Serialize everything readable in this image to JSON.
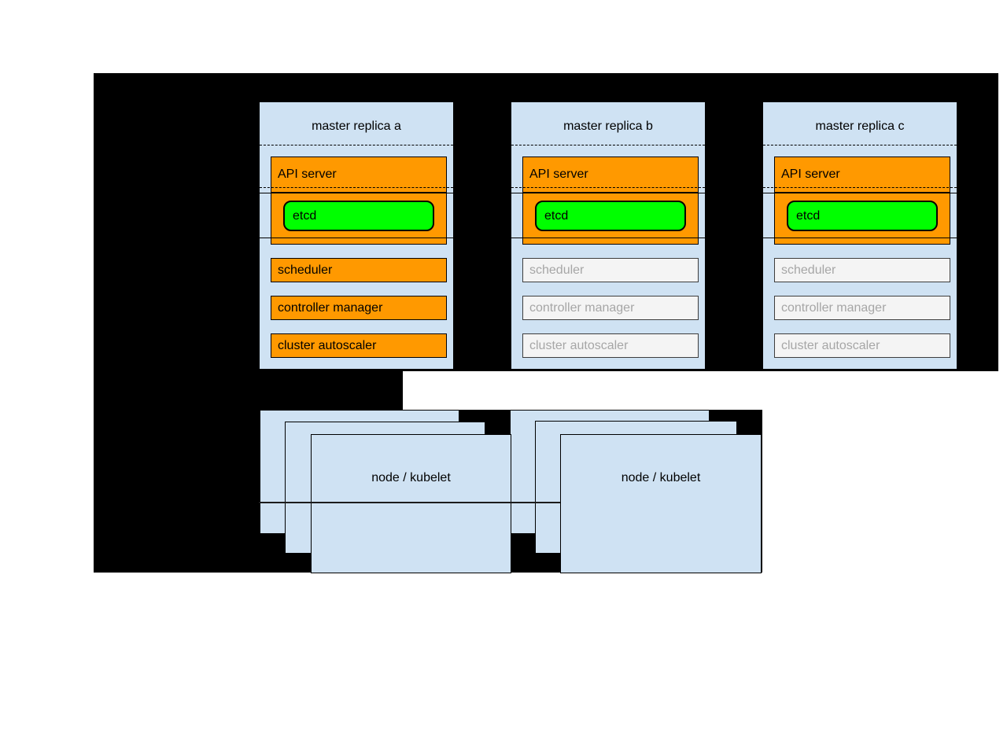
{
  "colors": {
    "canvas_black": "#000000",
    "card_blue": "#cfe2f3",
    "active_orange": "#ff9900",
    "etcd_green": "#00ff00",
    "inactive_fill": "#f4f4f4",
    "inactive_text": "#a6a6a6"
  },
  "masters": [
    {
      "title": "master replica a",
      "api_server": "API server",
      "etcd": "etcd",
      "components": [
        "scheduler",
        "controller manager",
        "cluster autoscaler"
      ],
      "state": "active"
    },
    {
      "title": "master replica b",
      "api_server": "API server",
      "etcd": "etcd",
      "components": [
        "scheduler",
        "controller manager",
        "cluster autoscaler"
      ],
      "state": "inactive"
    },
    {
      "title": "master replica c",
      "api_server": "API server",
      "etcd": "etcd",
      "components": [
        "scheduler",
        "controller manager",
        "cluster autoscaler"
      ],
      "state": "inactive"
    }
  ],
  "nodes": [
    {
      "label": "node / kubelet"
    },
    {
      "label": "node / kubelet"
    }
  ]
}
